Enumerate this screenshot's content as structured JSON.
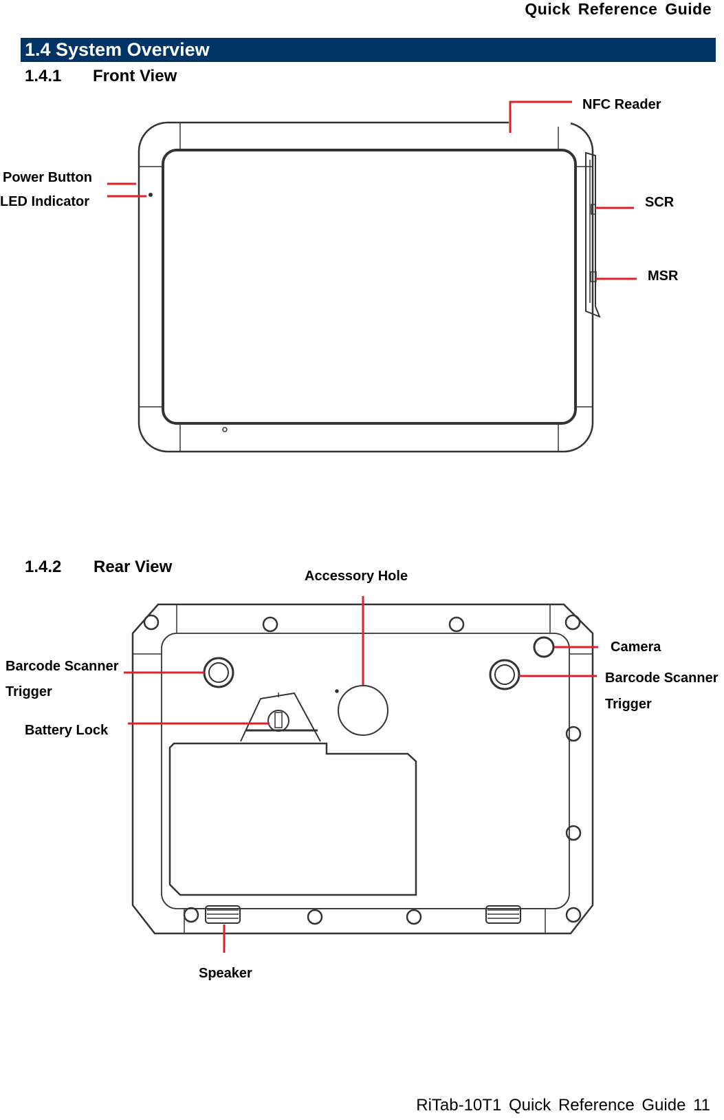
{
  "header": {
    "title": "Quick  Reference  Guide"
  },
  "section": {
    "title": "1.4 System Overview"
  },
  "front": {
    "number": "1.4.1",
    "title": "Front View",
    "labels": {
      "nfc": "NFC Reader",
      "power": "Power Button",
      "led": "LED  Indicator",
      "scr": "SCR",
      "msr": "MSR"
    }
  },
  "rear": {
    "number": "1.4.2",
    "title": "Rear View",
    "labels": {
      "accessory": "Accessory Hole",
      "camera": "Camera",
      "barcode_left_1": "Barcode Scanner",
      "barcode_left_2": "Trigger",
      "barcode_right_1": "Barcode Scanner",
      "barcode_right_2": "Trigger",
      "battery": "Battery Lock",
      "speaker": "Speaker"
    }
  },
  "footer": {
    "text": "RiTab-10T1  Quick  Reference  Guide  11"
  },
  "colors": {
    "callout": "#e0202a",
    "section_bar": "#003366",
    "outline": "#333333"
  }
}
